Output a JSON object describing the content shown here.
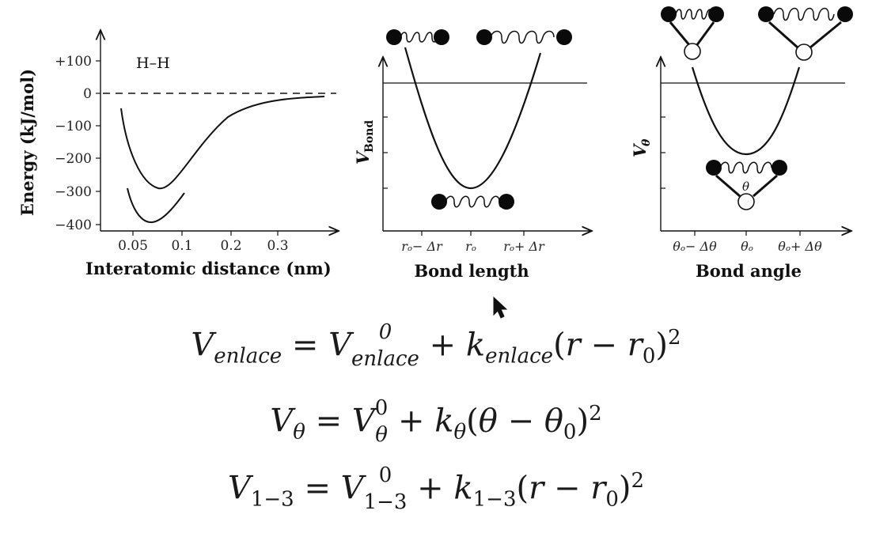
{
  "panel_hh": {
    "title": "H–H",
    "y_ticks": [
      "+100",
      "0",
      "−100",
      "−200",
      "−300",
      "−400"
    ],
    "x_ticks": [
      "0.05",
      "0.1",
      "0.2",
      "0.3"
    ],
    "xlabel": "Interatomic distance (nm)",
    "ylabel": "Energy (kJ/mol)"
  },
  "panel_bond": {
    "ylabel_main": "V",
    "ylabel_sub": "Bond",
    "x_ticks": [
      "rₒ− Δr",
      "rₒ",
      "rₒ+ Δr"
    ],
    "xlabel": "Bond length"
  },
  "panel_angle": {
    "ylabel_main": "V",
    "ylabel_sub": "θ",
    "angle_symbol": "θ",
    "x_ticks": [
      "θₒ− Δθ",
      "θₒ",
      "θₒ+ Δθ"
    ],
    "xlabel": "Bond angle"
  },
  "equations": [
    {
      "lhs": "V",
      "lhs_sub": "enlace",
      "c": "V",
      "c_sup": "0",
      "c_sub": "enlace",
      "k_sub": "enlace",
      "var": "r",
      "var0": "r",
      "var0_sub": "0",
      "power": "2"
    },
    {
      "lhs": "V",
      "lhs_sub": "θ",
      "c": "V",
      "c_sup": "0",
      "c_sub": "θ",
      "k_sub": "θ",
      "var": "θ",
      "var0": "θ",
      "var0_sub": "0",
      "power": "2"
    },
    {
      "lhs": "V",
      "lhs_sub": "1−3",
      "c": "V",
      "c_sup": "0",
      "c_sub": "1−3",
      "k_sub": "1−3",
      "var": "r",
      "var0": "r",
      "var0_sub": "0",
      "power": "2"
    }
  ],
  "colors": {
    "ink": "#111111",
    "atom_dark": "#0a0a0a",
    "atom_light": "#ffffff",
    "background": "#ffffff"
  },
  "icons": [
    "mouse-cursor-icon"
  ]
}
